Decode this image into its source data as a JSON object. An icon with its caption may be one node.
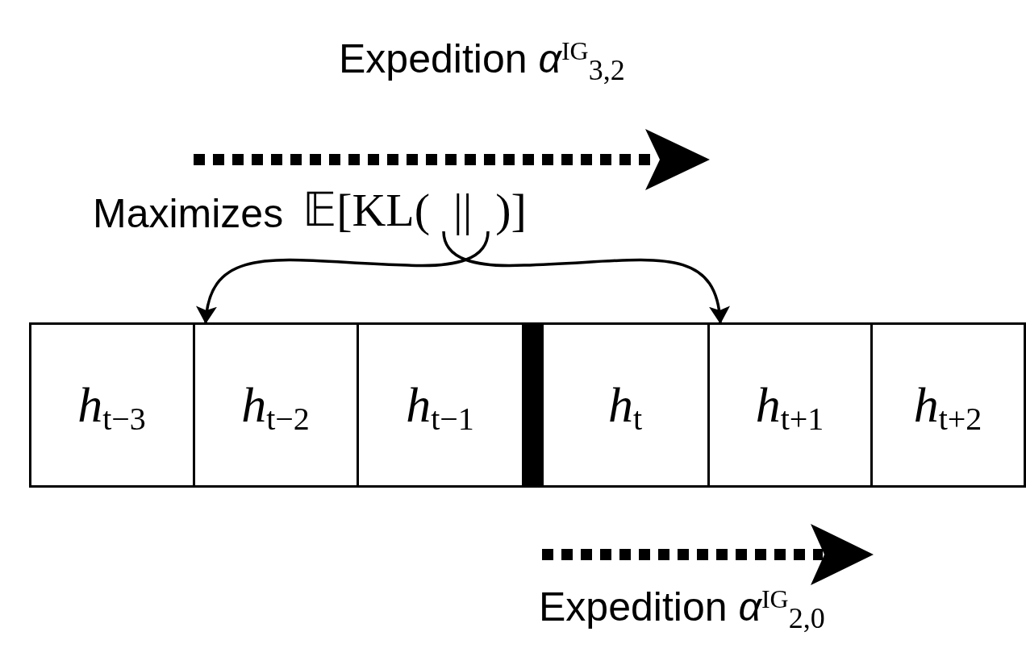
{
  "diagram": {
    "nodes": [
      {
        "text": [
          "Maximizes",
          "𝔼[KL(  ||  )]"
        ]
      },
      {
        "text": [
          "*h*$_{t−3}$"
        ]
      },
      {
        "text": [
          "*h*$_{t−2}$"
        ]
      },
      {
        "text": [
          "*h*$_{t−1}$"
        ]
      },
      {
        "text": [],
        "shape": "bar"
      },
      {
        "text": [
          "*h*$_{t}$"
        ]
      },
      {
        "text": [
          "*h*$_{t+1}$"
        ]
      },
      {
        "text": [
          "*h*$_{t+2}$"
        ]
      }
    ],
    "edges": [
      {
        "from": 0,
        "to": 2,
        "arrow": "to"
      },
      {
        "from": 0,
        "to": 6,
        "arrow": "to"
      }
    ],
    "labels": [
      "Expedition *α*$^{IG}$$_{3,2}$",
      "Expedition *α*$^{IG}$$_{2,0}$"
    ]
  }
}
